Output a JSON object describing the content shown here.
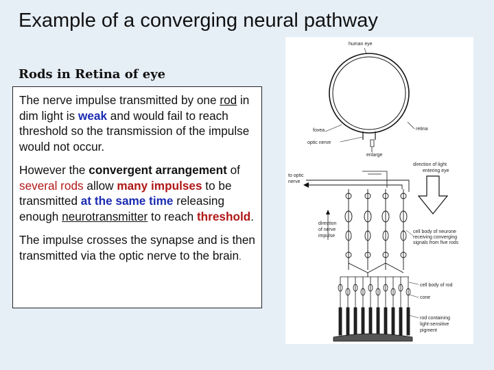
{
  "title": "Example of a converging neural pathway",
  "subtitle": "Rods in Retina of eye",
  "para1": {
    "t1": "The nerve impulse transmitted by one ",
    "rod": "rod",
    "t2": " in dim light is ",
    "weak": "weak",
    "t3": " and would fail to reach threshold so the transmission of the impulse would not occur."
  },
  "para2": {
    "t1": "However the ",
    "convergent": "convergent arrangement",
    "t2": " of ",
    "several_rods": "several rods",
    "t3": " allow ",
    "many_impulses": "many impulses",
    "t4": " to be transmitted ",
    "same_time": "at the same time",
    "t5": " releasing enough ",
    "neurotransmitter": "neurotransmitter",
    "t6": " to reach ",
    "threshold": "threshold",
    "t7": "."
  },
  "para3": {
    "t1": "The impulse crosses the synapse and is then transmitted via the optic nerve to the brain",
    "t2": "."
  },
  "figure": {
    "human_eye": "human eye",
    "fovea": "fovea",
    "optic_nerve": "optic nerve",
    "retina": "retina",
    "enlarge": "enlarge",
    "to_optic_1": "to optic",
    "to_optic_2": "nerve",
    "light_1": "direction of light",
    "light_2": "entering eye",
    "dir_impulse_1": "direction",
    "dir_impulse_2": "of nerve",
    "dir_impulse_3": "impulse",
    "neurone_1": "cell body of neurone",
    "neurone_2": "receiving converging",
    "neurone_3": "signals from five rods",
    "rod_body": "cell body of rod",
    "cone": "cone",
    "rod_containing_1": "rod containing",
    "rod_containing_2": "light-sensitive",
    "rod_containing_3": "pigment"
  },
  "colors": {
    "blue": "#1b2bb0",
    "red": "#b01818",
    "background": "#e6eef6"
  }
}
